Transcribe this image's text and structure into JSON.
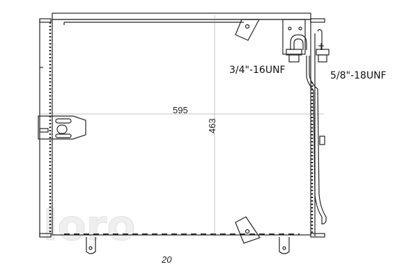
{
  "diagram": {
    "subject": "condenser",
    "dimensions": {
      "width": "595",
      "height": "463",
      "depth": "20"
    },
    "fittings": {
      "inlet": "3/4\"-16UNF",
      "outlet": "5/8\"-18UNF"
    },
    "watermark": "loro",
    "colors": {
      "line": "#222222",
      "background": "#ffffff",
      "watermark": "#eeeeee"
    }
  }
}
